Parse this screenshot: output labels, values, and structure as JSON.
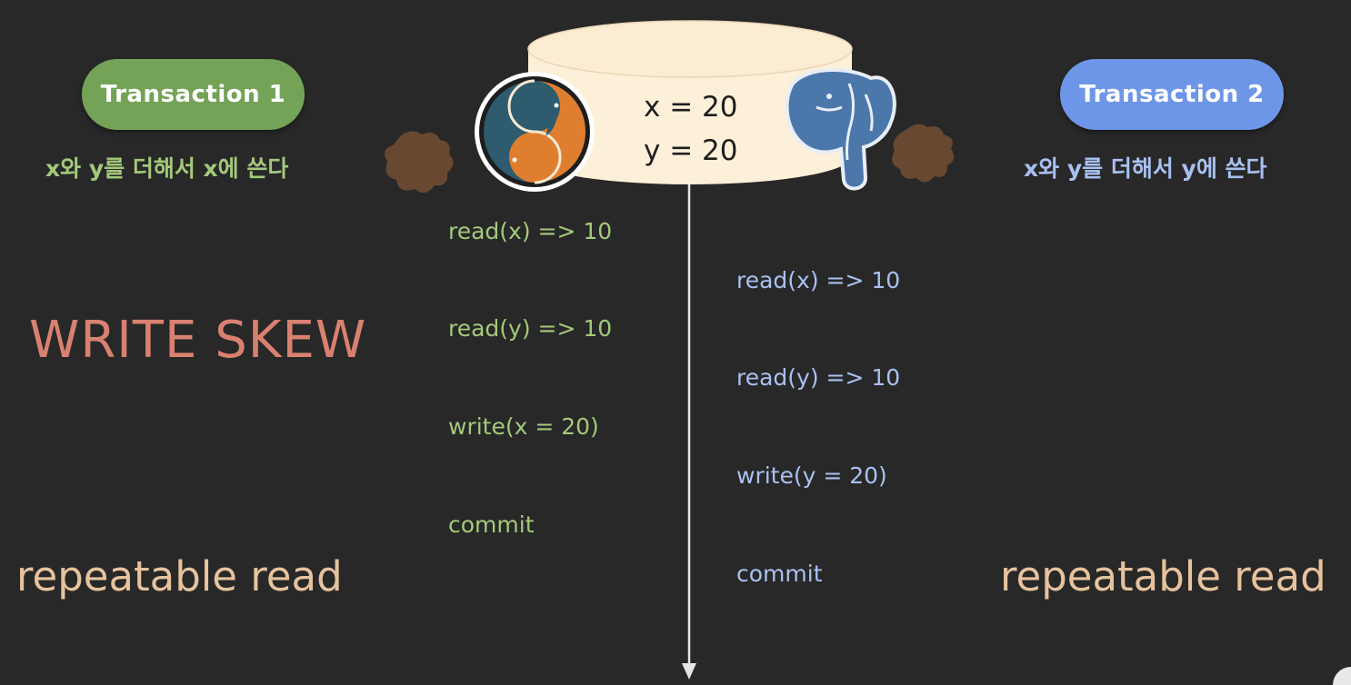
{
  "transaction1": {
    "label": "Transaction 1",
    "description": "x와 y를 더해서 x에 쓴다",
    "color": "#74a357",
    "operations": [
      "read(x) => 10",
      "read(y) => 10",
      "write(x = 20)",
      "commit"
    ]
  },
  "transaction2": {
    "label": "Transaction 2",
    "description": "x와 y를 더해서 y에 쓴다",
    "color": "#6e96e8",
    "operations": [
      "read(x) => 10",
      "read(y) => 10",
      "write(y = 20)",
      "commit"
    ]
  },
  "database": {
    "values": [
      "x = 20",
      "y = 20"
    ],
    "fill_color": "#fdf0d9",
    "icons": [
      "mysql-dolphin-icon",
      "postgresql-elephant-icon"
    ]
  },
  "anomaly_title": "WRITE SKEW",
  "isolation": {
    "left": "repeatable read",
    "right": "repeatable read"
  },
  "colors": {
    "background": "#282828",
    "anomaly": "#d98170",
    "isolation": "#e6c39e",
    "t1_text": "#a4c97b",
    "t2_text": "#a9c1f1"
  }
}
